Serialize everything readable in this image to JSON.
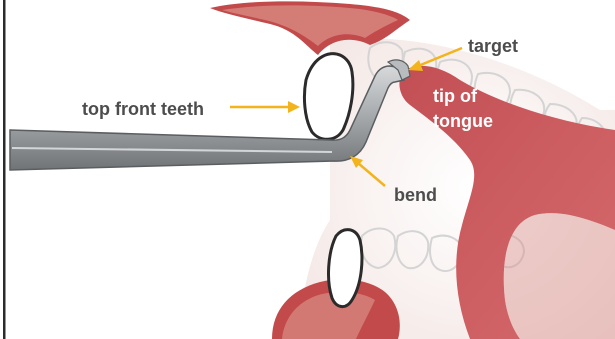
{
  "labels": {
    "top_front_teeth": "top front teeth",
    "target": "target",
    "tip_line1": "tip of",
    "tip_line2": "tongue",
    "bend": "bend"
  },
  "colors": {
    "gum": "#c24a4b",
    "gum_light": "#e9b3a8",
    "tongue": "#c2565a",
    "tooth_outline": "#2b2b2b",
    "ghost_teeth": "#d9d9d9",
    "probe": "#9fa3a6",
    "probe_shadow": "#6d7174",
    "arrow": "#f3b31c",
    "label_dark": "#4d4d4d",
    "label_light": "#ffffff",
    "frame": "#2b2b2b"
  }
}
